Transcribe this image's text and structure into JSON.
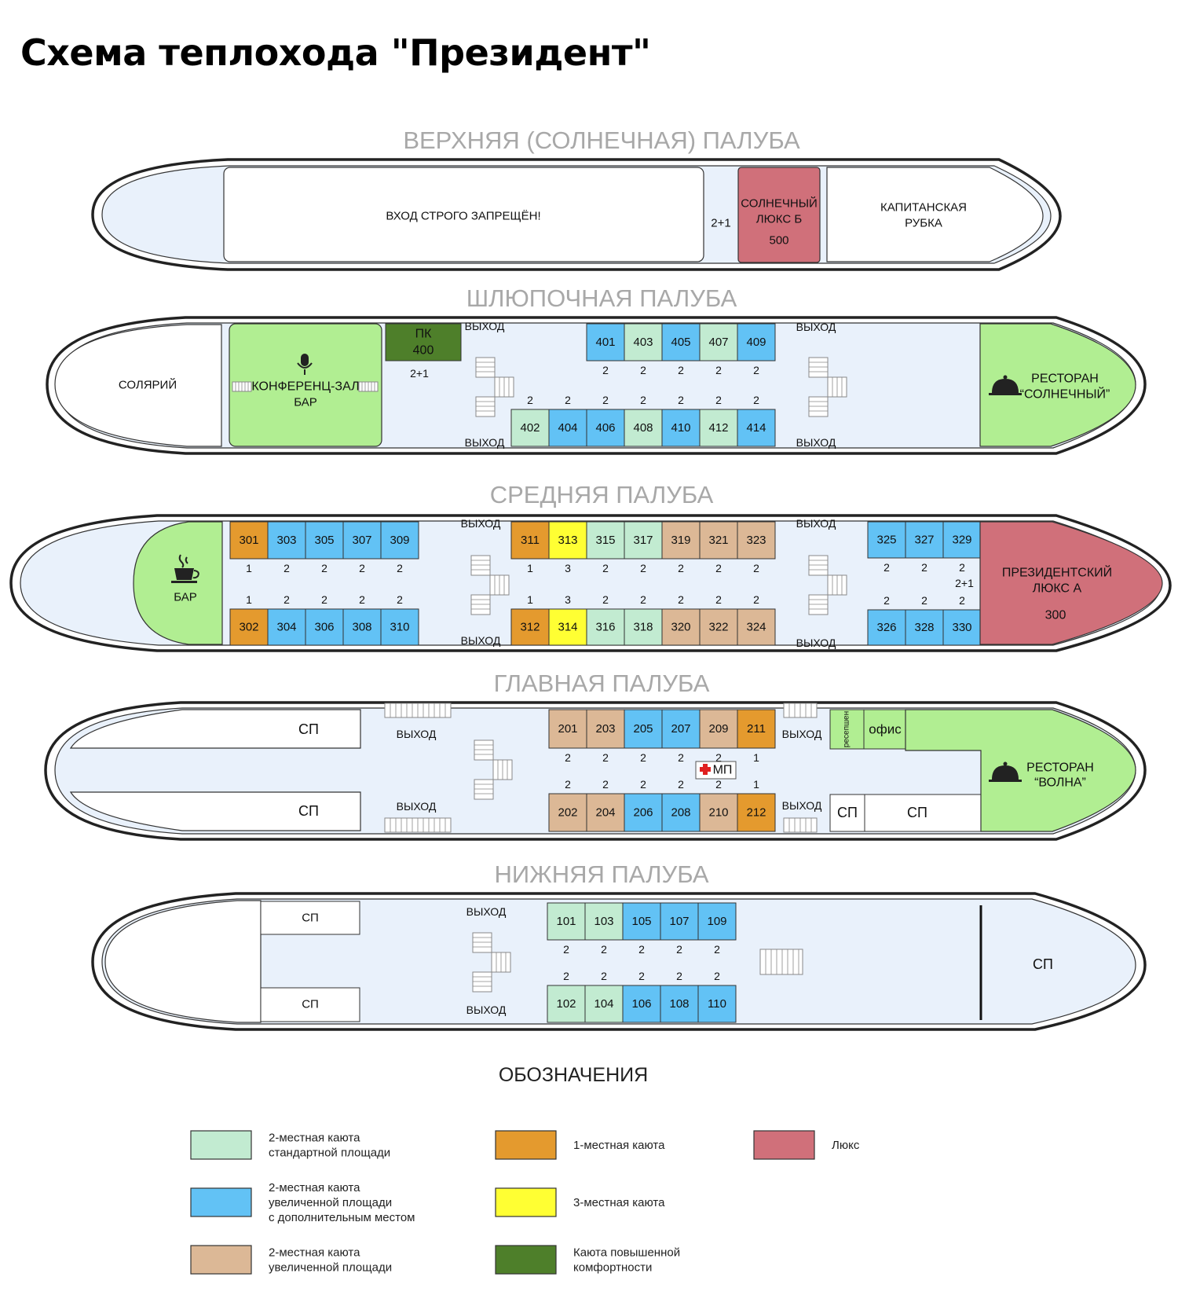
{
  "title": "Схема теплохода \"Президент\"",
  "decks": {
    "sun": {
      "title": "ВЕРХНЯЯ (СОЛНЕЧНАЯ) ПАЛУБА",
      "forbidden": "ВХОД СТРОГО ЗАПРЕЩЁН!",
      "suite_capacity": "2+1",
      "suite_name_1": "СОЛНЕЧНЫЙ",
      "suite_name_2": "ЛЮКС Б",
      "suite_number": "500",
      "bridge_1": "КАПИТАНСКАЯ",
      "bridge_2": "РУБКА"
    },
    "boat": {
      "title": "ШЛЮПОЧНАЯ ПАЛУБА",
      "solarium": "СОЛЯРИЙ",
      "conference": "КОНФЕРЕНЦ-ЗАЛ",
      "bar": "БАР",
      "pk_label": "ПК",
      "pk_number": "400",
      "pk_capacity": "2+1",
      "restaurant_1": "РЕСТОРАН",
      "restaurant_2": "“СОЛНЕЧНЫЙ”",
      "exit": "ВЫХОД",
      "top_cabins": [
        {
          "n": "401",
          "cat": "blue",
          "cap": "2"
        },
        {
          "n": "403",
          "cat": "green",
          "cap": "2"
        },
        {
          "n": "405",
          "cat": "blue",
          "cap": "2"
        },
        {
          "n": "407",
          "cat": "green",
          "cap": "2"
        },
        {
          "n": "409",
          "cat": "blue",
          "cap": "2"
        }
      ],
      "bottom_cabins": [
        {
          "n": "402",
          "cat": "green",
          "cap": "2"
        },
        {
          "n": "404",
          "cat": "blue",
          "cap": "2"
        },
        {
          "n": "406",
          "cat": "blue",
          "cap": "2"
        },
        {
          "n": "408",
          "cat": "green",
          "cap": "2"
        },
        {
          "n": "410",
          "cat": "blue",
          "cap": "2"
        },
        {
          "n": "412",
          "cat": "green",
          "cap": "2"
        },
        {
          "n": "414",
          "cat": "blue",
          "cap": "2"
        }
      ]
    },
    "middle": {
      "title": "СРЕДНЯЯ ПАЛУБА",
      "bar": "БАР",
      "exit": "ВЫХОД",
      "suite_1": "ПРЕЗИДЕНТСКИЙ",
      "suite_2": "ЛЮКС А",
      "suite_number": "300",
      "suite_capacity": "2+1",
      "aft_top": [
        {
          "n": "301",
          "cat": "orange",
          "cap": "1"
        },
        {
          "n": "303",
          "cat": "blue",
          "cap": "2"
        },
        {
          "n": "305",
          "cat": "blue",
          "cap": "2"
        },
        {
          "n": "307",
          "cat": "blue",
          "cap": "2"
        },
        {
          "n": "309",
          "cat": "blue",
          "cap": "2"
        }
      ],
      "aft_bottom": [
        {
          "n": "302",
          "cat": "orange",
          "cap": "1"
        },
        {
          "n": "304",
          "cat": "blue",
          "cap": "2"
        },
        {
          "n": "306",
          "cat": "blue",
          "cap": "2"
        },
        {
          "n": "308",
          "cat": "blue",
          "cap": "2"
        },
        {
          "n": "310",
          "cat": "blue",
          "cap": "2"
        }
      ],
      "mid_top": [
        {
          "n": "311",
          "cat": "orange",
          "cap": "1"
        },
        {
          "n": "313",
          "cat": "yellow",
          "cap": "3"
        },
        {
          "n": "315",
          "cat": "green",
          "cap": "2"
        },
        {
          "n": "317",
          "cat": "green",
          "cap": "2"
        },
        {
          "n": "319",
          "cat": "tan",
          "cap": "2"
        },
        {
          "n": "321",
          "cat": "tan",
          "cap": "2"
        },
        {
          "n": "323",
          "cat": "tan",
          "cap": "2"
        }
      ],
      "mid_bottom": [
        {
          "n": "312",
          "cat": "orange",
          "cap": "1"
        },
        {
          "n": "314",
          "cat": "yellow",
          "cap": "3"
        },
        {
          "n": "316",
          "cat": "green",
          "cap": "2"
        },
        {
          "n": "318",
          "cat": "green",
          "cap": "2"
        },
        {
          "n": "320",
          "cat": "tan",
          "cap": "2"
        },
        {
          "n": "322",
          "cat": "tan",
          "cap": "2"
        },
        {
          "n": "324",
          "cat": "tan",
          "cap": "2"
        }
      ],
      "fwd_top": [
        {
          "n": "325",
          "cat": "blue",
          "cap": "2"
        },
        {
          "n": "327",
          "cat": "blue",
          "cap": "2"
        },
        {
          "n": "329",
          "cat": "blue",
          "cap": "2"
        }
      ],
      "fwd_bottom": [
        {
          "n": "326",
          "cat": "blue",
          "cap": "2"
        },
        {
          "n": "328",
          "cat": "blue",
          "cap": "2"
        },
        {
          "n": "330",
          "cat": "blue",
          "cap": "2"
        }
      ]
    },
    "main": {
      "title": "ГЛАВНАЯ ПАЛУБА",
      "sp": "СП",
      "exit": "ВЫХОД",
      "medical": "МП",
      "reception": "ресепшен",
      "office": "офис",
      "restaurant_1": "РЕСТОРАН",
      "restaurant_2": "“ВОЛНА”",
      "top_cabins": [
        {
          "n": "201",
          "cat": "tan",
          "cap": "2"
        },
        {
          "n": "203",
          "cat": "tan",
          "cap": "2"
        },
        {
          "n": "205",
          "cat": "blue",
          "cap": "2"
        },
        {
          "n": "207",
          "cat": "blue",
          "cap": "2"
        },
        {
          "n": "209",
          "cat": "tan",
          "cap": "2"
        },
        {
          "n": "211",
          "cat": "orange",
          "cap": "1"
        }
      ],
      "bottom_cabins": [
        {
          "n": "202",
          "cat": "tan",
          "cap": "2"
        },
        {
          "n": "204",
          "cat": "tan",
          "cap": "2"
        },
        {
          "n": "206",
          "cat": "blue",
          "cap": "2"
        },
        {
          "n": "208",
          "cat": "blue",
          "cap": "2"
        },
        {
          "n": "210",
          "cat": "tan",
          "cap": "2"
        },
        {
          "n": "212",
          "cat": "orange",
          "cap": "1"
        }
      ]
    },
    "lower": {
      "title": "НИЖНЯЯ ПАЛУБА",
      "sp": "СП",
      "exit": "ВЫХОД",
      "top_cabins": [
        {
          "n": "101",
          "cat": "green",
          "cap": "2"
        },
        {
          "n": "103",
          "cat": "green",
          "cap": "2"
        },
        {
          "n": "105",
          "cat": "blue",
          "cap": "2"
        },
        {
          "n": "107",
          "cat": "blue",
          "cap": "2"
        },
        {
          "n": "109",
          "cat": "blue",
          "cap": "2"
        }
      ],
      "bottom_cabins": [
        {
          "n": "102",
          "cat": "green",
          "cap": "2"
        },
        {
          "n": "104",
          "cat": "green",
          "cap": "2"
        },
        {
          "n": "106",
          "cat": "blue",
          "cap": "2"
        },
        {
          "n": "108",
          "cat": "blue",
          "cap": "2"
        },
        {
          "n": "110",
          "cat": "blue",
          "cap": "2"
        }
      ]
    }
  },
  "colors": {
    "green": "#c2ebd1",
    "blue": "#62c2f5",
    "tan": "#dcb896",
    "orange": "#e49a2e",
    "yellow": "#ffff33",
    "darkgreen": "#4e7f2a",
    "red": "#d0707a",
    "lime": "#b1ee92"
  },
  "legend": {
    "title": "ОБОЗНАЧЕНИЯ",
    "items": [
      {
        "cat": "green",
        "lines": [
          "2-местная каюта",
          "стандартной площади"
        ]
      },
      {
        "cat": "blue",
        "lines": [
          "2-местная каюта",
          "увеличенной площади",
          "с дополнительным местом"
        ]
      },
      {
        "cat": "tan",
        "lines": [
          "2-местная каюта",
          "увеличенной площади"
        ]
      },
      {
        "cat": "orange",
        "lines": [
          "1-местная каюта"
        ]
      },
      {
        "cat": "yellow",
        "lines": [
          "3-местная каюта"
        ]
      },
      {
        "cat": "darkgreen",
        "lines": [
          "Каюта повышенной",
          "комфортности"
        ]
      },
      {
        "cat": "red",
        "lines": [
          "Люкс"
        ]
      }
    ]
  }
}
